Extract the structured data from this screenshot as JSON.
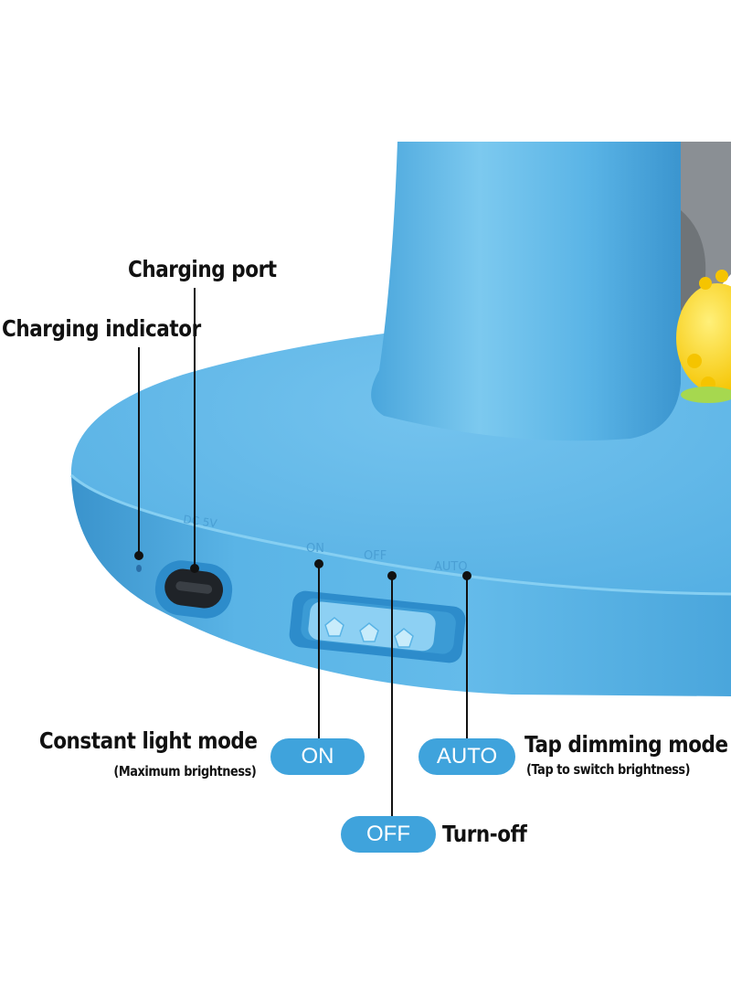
{
  "labels": {
    "charging_port": "Charging port",
    "charging_indicator": "Charging indicator",
    "constant_light_mode": "Constant light mode",
    "maximum_brightness": "(Maximum brightness)",
    "tap_dimming_mode": "Tap dimming mode",
    "tap_to_switch": "(Tap to switch brightness)",
    "turn_off": "Turn-off"
  },
  "buttons": {
    "on": "ON",
    "off": "OFF",
    "auto": "AUTO"
  },
  "embossed": {
    "on": "ON",
    "off": "OFF",
    "auto": "AUTO",
    "port": "DC 5V"
  },
  "colors": {
    "lamp_blue": "#5ab4e6",
    "lamp_blue_dark": "#3b95cf",
    "pill_blue": "#3fa3dc",
    "toy_yellow": "#ffd21e",
    "toy_grey": "#8a8f94"
  }
}
